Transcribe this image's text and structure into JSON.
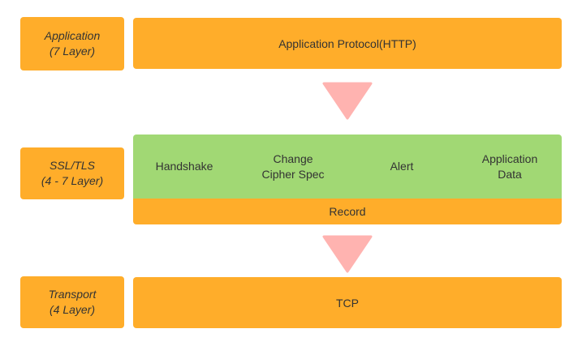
{
  "layers": {
    "application": {
      "line1": "Application",
      "line2": "(7 Layer)"
    },
    "ssl": {
      "line1": "SSL/TLS",
      "line2": "(4 - 7 Layer)"
    },
    "transport": {
      "line1": "Transport",
      "line2": "(4 Layer)"
    }
  },
  "boxes": {
    "application_protocol": "Application Protocol(HTTP)",
    "ssl_protocols": [
      {
        "line1": "Handshake",
        "line2": ""
      },
      {
        "line1": "Change",
        "line2": "Cipher Spec"
      },
      {
        "line1": "Alert",
        "line2": ""
      },
      {
        "line1": "Application",
        "line2": "Data"
      }
    ],
    "record": "Record",
    "tcp": "TCP"
  },
  "colors": {
    "orange": "#ffad2a",
    "green": "#a1d874",
    "arrow": "#ffb3b0",
    "text": "#333333"
  }
}
